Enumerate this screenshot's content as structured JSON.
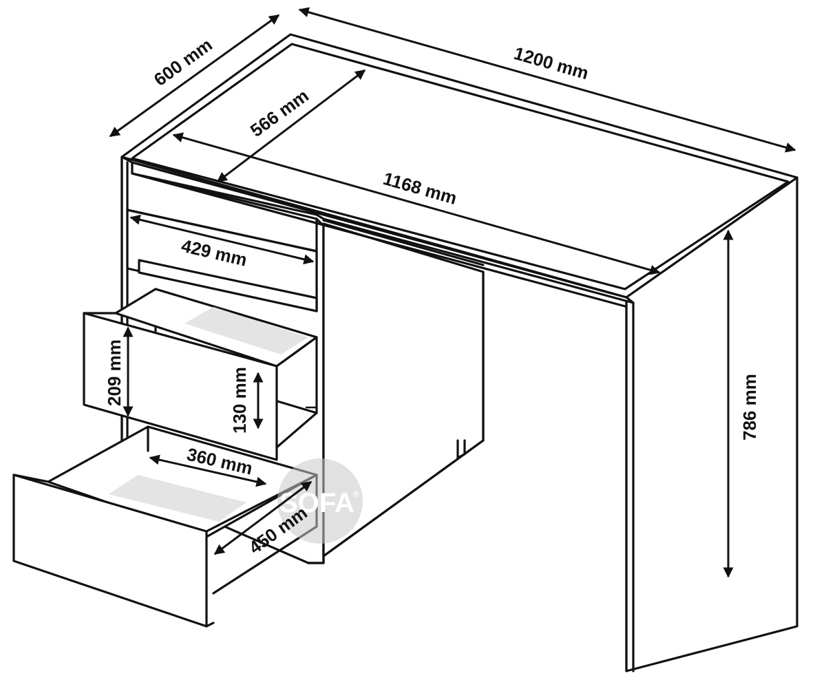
{
  "dimensions": {
    "overall_width": "1200 mm",
    "overall_depth": "600 mm",
    "inner_width": "1168 mm",
    "inner_depth": "566 mm",
    "top_drawer_width": "429 mm",
    "drawer_front_height": "209 mm",
    "drawer_side_height": "130 mm",
    "drawer_inner_width": "360 mm",
    "drawer_depth": "450 mm",
    "overall_height": "786 mm"
  },
  "watermark": "SOFA",
  "watermark_mark": "®"
}
